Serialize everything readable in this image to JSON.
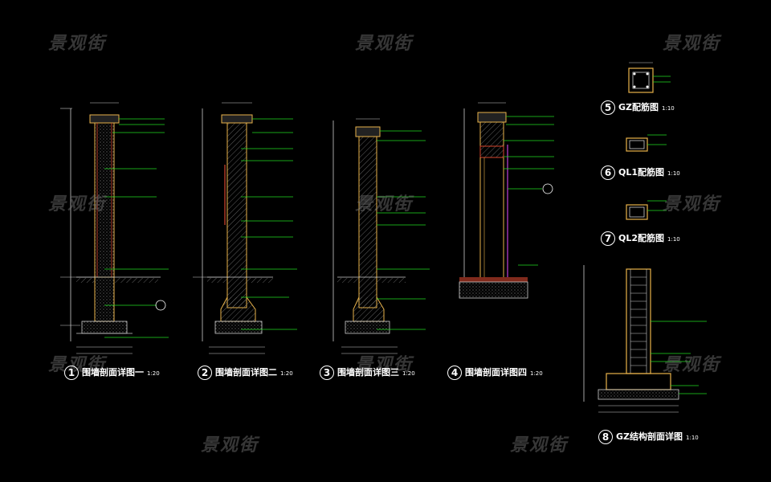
{
  "watermark": "景观街",
  "colors": {
    "background": "#000000",
    "wall": "#e8b24a",
    "dim": "#d8d8d8",
    "leader": "#22dd22",
    "section": "#d7462e",
    "magenta": "#c040d8",
    "hatch": "#666666",
    "text": "#ffffff"
  },
  "details": [
    {
      "num": "1",
      "title": "围墙剖面详图一",
      "scale": "1:20"
    },
    {
      "num": "2",
      "title": "围墙剖面详图二",
      "scale": "1:20"
    },
    {
      "num": "3",
      "title": "围墙剖面详图三",
      "scale": "1:20"
    },
    {
      "num": "4",
      "title": "围墙剖面详图四",
      "scale": "1:20"
    }
  ],
  "small_details": [
    {
      "num": "5",
      "title": "GZ配筋图",
      "scale": "1:10"
    },
    {
      "num": "6",
      "title": "QL1配筋图",
      "scale": "1:10"
    },
    {
      "num": "7",
      "title": "QL2配筋图",
      "scale": "1:10"
    },
    {
      "num": "8",
      "title": "GZ结构剖面详图",
      "scale": "1:10"
    }
  ]
}
